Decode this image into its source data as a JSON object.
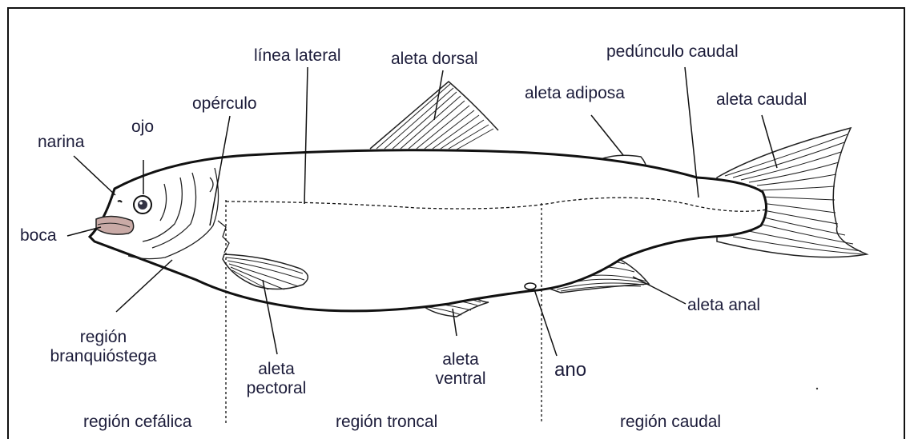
{
  "labels": {
    "linea_lateral": "línea lateral",
    "aleta_dorsal": "aleta dorsal",
    "pedunculo_caudal": "pedúnculo caudal",
    "aleta_adiposa": "aleta adiposa",
    "aleta_caudal": "aleta caudal",
    "operculo": "opérculo",
    "ojo": "ojo",
    "narina": "narina",
    "boca": "boca",
    "region_branquiostega_1": "región",
    "region_branquiostega_2": "branquióstega",
    "aleta_pectoral_1": "aleta",
    "aleta_pectoral_2": "pectoral",
    "aleta_ventral_1": "aleta",
    "aleta_ventral_2": "ventral",
    "ano": "ano",
    "aleta_anal": "aleta anal",
    "region_cefalica": "región cefálica",
    "region_troncal": "región troncal",
    "region_caudal": "región caudal"
  },
  "colors": {
    "label_text": "#1c1c3a",
    "outline": "#111111",
    "mouth_fill": "#c9aaa6"
  }
}
